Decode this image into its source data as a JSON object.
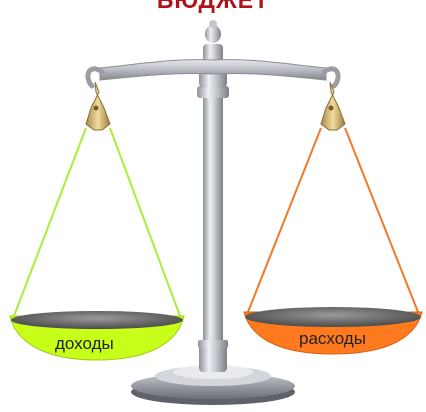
{
  "title": "БЮДЖЕТ",
  "pans": {
    "income": {
      "label": "доходы",
      "color": "#c8ff1a"
    },
    "expense": {
      "label": "расходы",
      "color": "#ff7a1e"
    }
  },
  "colors": {
    "title": "#b0121a",
    "metal": "#c9ccd2",
    "income_string": "#a8ee3a",
    "expense_string": "#f07a2a"
  }
}
